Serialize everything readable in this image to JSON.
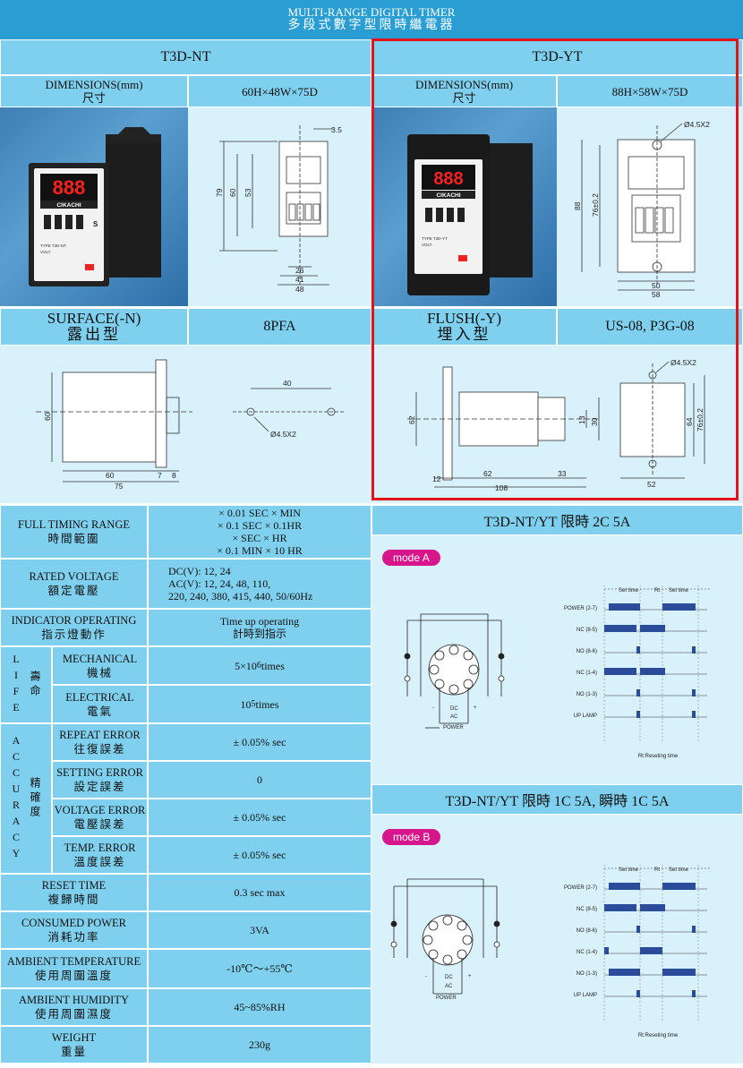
{
  "header": {
    "title_en": "MULTI-RANGE DIGITAL TIMER",
    "title_zh": "多段式數字型限時繼電器"
  },
  "models": [
    {
      "name": "T3D-NT",
      "dim_label_en": "DIMENSIONS(mm)",
      "dim_label_zh": "尺寸",
      "dim_value": "60H×48W×75D",
      "mount_en": "SURFACE(-N)",
      "mount_zh": "露出型",
      "socket": "8PFA",
      "product": {
        "display": "888",
        "brand": "CIKACHI",
        "type": "TYPE  T3D-NT",
        "volt": "VOLT."
      }
    },
    {
      "name": "T3D-YT",
      "dim_label_en": "DIMENSIONS(mm)",
      "dim_label_zh": "尺寸",
      "dim_value": "88H×58W×75D",
      "mount_en": "FLUSH(-Y)",
      "mount_zh": "埋入型",
      "socket": "US-08, P3G-08",
      "product": {
        "display": "888",
        "brand": "CIKACHI",
        "type": "TYPE  T3D-YT",
        "volt": "VOLT."
      }
    }
  ],
  "drawings": {
    "nt_front": {
      "d1": "3.5",
      "h1": "79",
      "h2": "60",
      "h3": "53",
      "w1": "26",
      "w2": "41",
      "w3": "48"
    },
    "yt_front": {
      "hole": "Ø4.5X2",
      "h1": "88",
      "h2": "76±0.2",
      "w1": "50",
      "w2": "58"
    },
    "nt_side": {
      "h": "60",
      "w1": "60",
      "w2": "7",
      "w3": "8",
      "w4": "75"
    },
    "nt_hole": {
      "d": "40",
      "hole": "Ø4.5X2"
    },
    "yt_side": {
      "h1": "62",
      "h2": "13",
      "h3": "30",
      "w1": "12",
      "w2": "62",
      "w3": "33",
      "w4": "108"
    },
    "yt_panel": {
      "hole": "Ø4.5X2",
      "h1": "64",
      "h2": "76±0.2",
      "w": "52"
    }
  },
  "specs": [
    {
      "en": "FULL TIMING RANGE",
      "zh": "時間範圍",
      "value": [
        "× 0.01 SEC × MIN",
        "× 0.1 SEC  × 0.1HR",
        "× SEC        × HR",
        "× 0.1 MIN  × 10 HR"
      ]
    },
    {
      "en": "RATED VOLTAGE",
      "zh": "額定電壓",
      "value": [
        "DC(V): 12, 24",
        "AC(V): 12, 24, 48, 110,",
        "220, 240, 380, 415, 440, 50/60Hz"
      ]
    },
    {
      "en": "INDICATOR OPERATING",
      "zh": "指示燈動作",
      "value": [
        "Time up operating",
        "計時到指示"
      ]
    }
  ],
  "life": {
    "group_en": "LIFE",
    "group_zh": "壽命",
    "rows": [
      {
        "en": "MECHANICAL",
        "zh": "機械",
        "value": "5×10",
        "sup": "6",
        "unit": " times"
      },
      {
        "en": "ELECTRICAL",
        "zh": "電氣",
        "value": "10",
        "sup": "5",
        "unit": " times"
      }
    ]
  },
  "accuracy": {
    "group_en": "ACCURACY",
    "group_zh": "精確度",
    "rows": [
      {
        "en": "REPEAT ERROR",
        "zh": "往復誤差",
        "value": "± 0.05% sec"
      },
      {
        "en": "SETTING ERROR",
        "zh": "設定誤差",
        "value": "0"
      },
      {
        "en": "VOLTAGE ERROR",
        "zh": "電壓誤差",
        "value": "± 0.05% sec"
      },
      {
        "en": "TEMP. ERROR",
        "zh": "溫度誤差",
        "value": "± 0.05% sec"
      }
    ]
  },
  "specs2": [
    {
      "en": "RESET TIME",
      "zh": "複歸時間",
      "value": "0.3 sec max"
    },
    {
      "en": "CONSUMED POWER",
      "zh": "消耗功率",
      "value": "3VA"
    },
    {
      "en": "AMBIENT TEMPERATURE",
      "zh": "使用周圍溫度",
      "value": "-10℃～+55℃"
    },
    {
      "en": "AMBIENT HUMIDITY",
      "zh": "使用周圍濕度",
      "value": "45~85%RH"
    },
    {
      "en": "WEIGHT",
      "zh": "重量",
      "value": "230g"
    }
  ],
  "mode_a": {
    "heading": "T3D-NT/YT 限時 2C 5A",
    "badge": "mode A",
    "signals": [
      "POWER (2-7)",
      "NC (8-5)",
      "NO (8-6)",
      "NC (1-4)",
      "NO (1-3)",
      "UP LAMP"
    ],
    "set_time": "Set time",
    "rt": "Rt",
    "note": "Rt:Reseting time",
    "socket_labels": {
      "dc": "DC",
      "ac": "AC",
      "power": "POWER",
      "minus": "-",
      "plus": "+"
    }
  },
  "mode_b": {
    "heading": "T3D-NT/YT 限時 1C 5A, 瞬時 1C 5A",
    "badge": "mode B",
    "signals": [
      "POWER (2-7)",
      "NC (8-5)",
      "NO (8-6)",
      "NC (1-4)",
      "NO (1-3)",
      "UP LAMP"
    ],
    "set_time": "Set time",
    "rt": "Rt",
    "note": "Rt:Reseting time",
    "socket_labels": {
      "dc": "DC",
      "ac": "AC",
      "power": "POWER",
      "minus": "-",
      "plus": "+"
    }
  },
  "colors": {
    "header": "#2a9ed2",
    "cell": "#7fd0ee",
    "light": "#d9f1fb",
    "highlight": "#e1141b",
    "badge": "#d6168a",
    "timing": "#2b4c9b"
  }
}
